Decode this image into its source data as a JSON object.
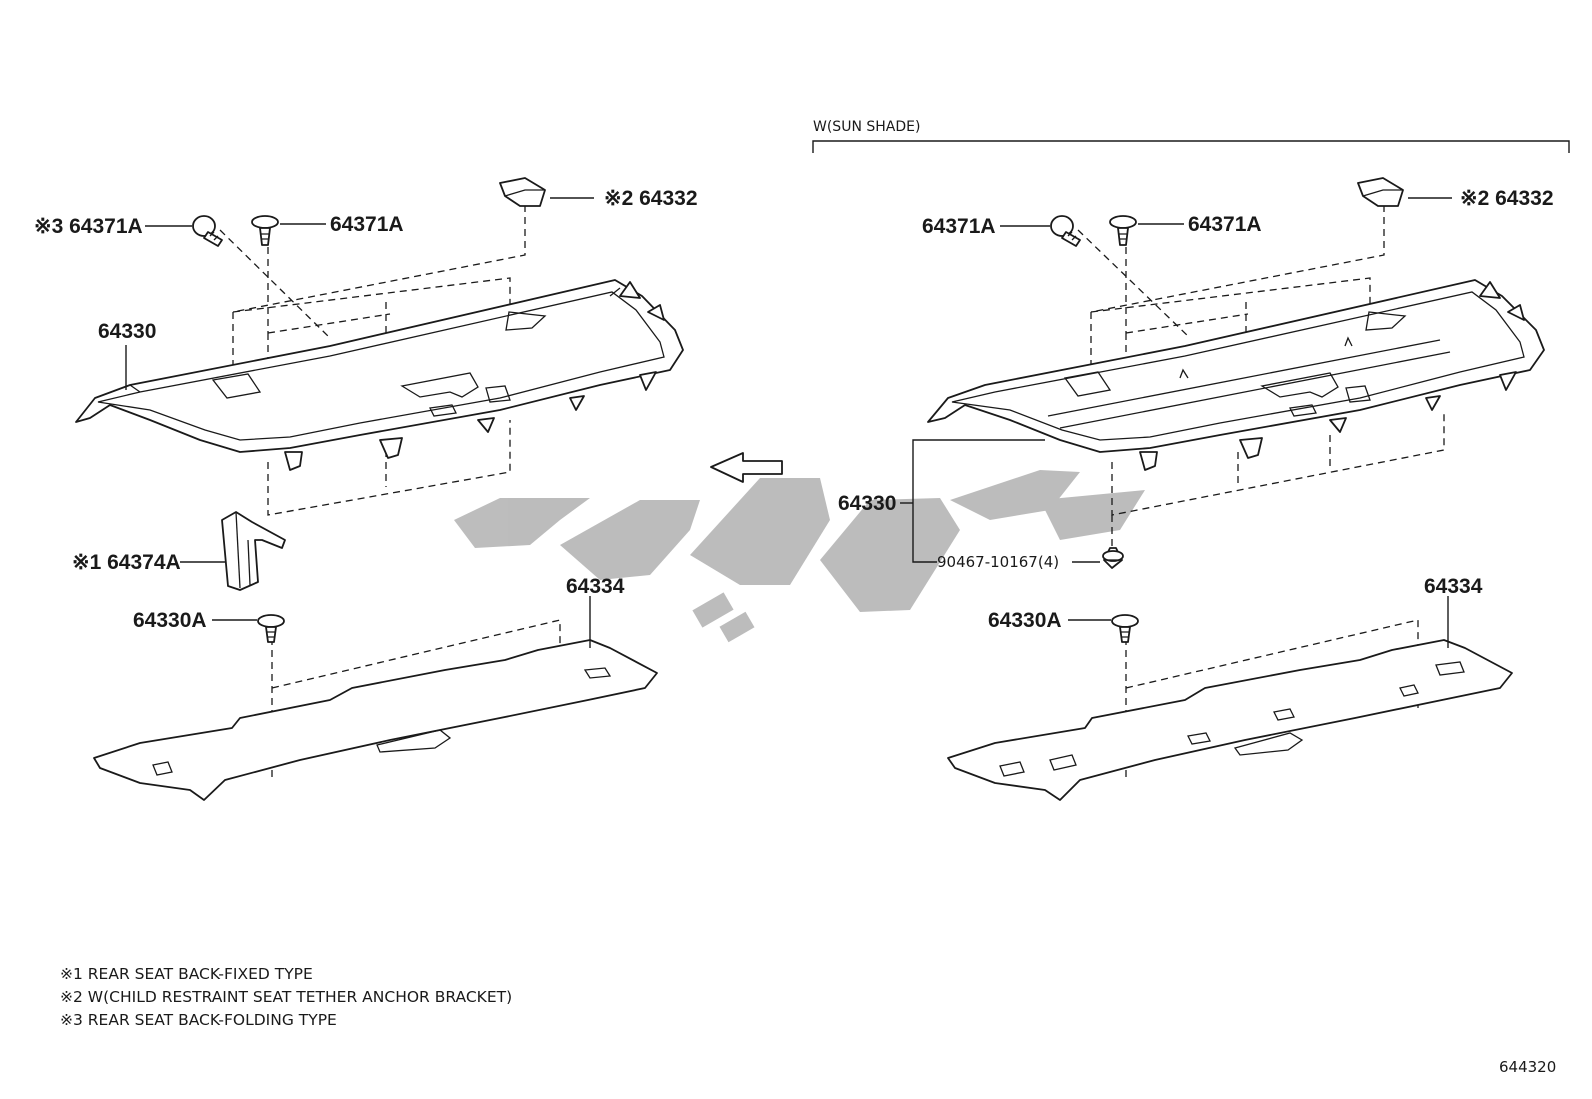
{
  "header": {
    "sun_shade_label": "W(SUN SHADE)"
  },
  "left_labels": {
    "p64371a_marked": "※3 64371A",
    "p64371a": "64371A",
    "p64332": "※2 64332",
    "p64330": "64330",
    "p64374a": "※1 64374A",
    "p64330a": "64330A",
    "p64334": "64334"
  },
  "right_labels": {
    "p64371a_left": "64371A",
    "p64371a": "64371A",
    "p64332": "※2 64332",
    "p64330": "64330",
    "p90467": "90467-10167(4)",
    "p64330a": "64330A",
    "p64334": "64334"
  },
  "notes": [
    "※1 REAR SEAT BACK-FIXED TYPE",
    "※2 W(CHILD RESTRAINT SEAT TETHER ANCHOR BRACKET)",
    "※3 REAR SEAT BACK-FOLDING TYPE"
  ],
  "diagram_code": "644320",
  "icons": {
    "arrow": "front-direction-arrow-icon",
    "watermark": "watermark-logo"
  },
  "colors": {
    "line": "#1a1a1a",
    "watermark": "#b9b9b9",
    "background": "#ffffff"
  }
}
